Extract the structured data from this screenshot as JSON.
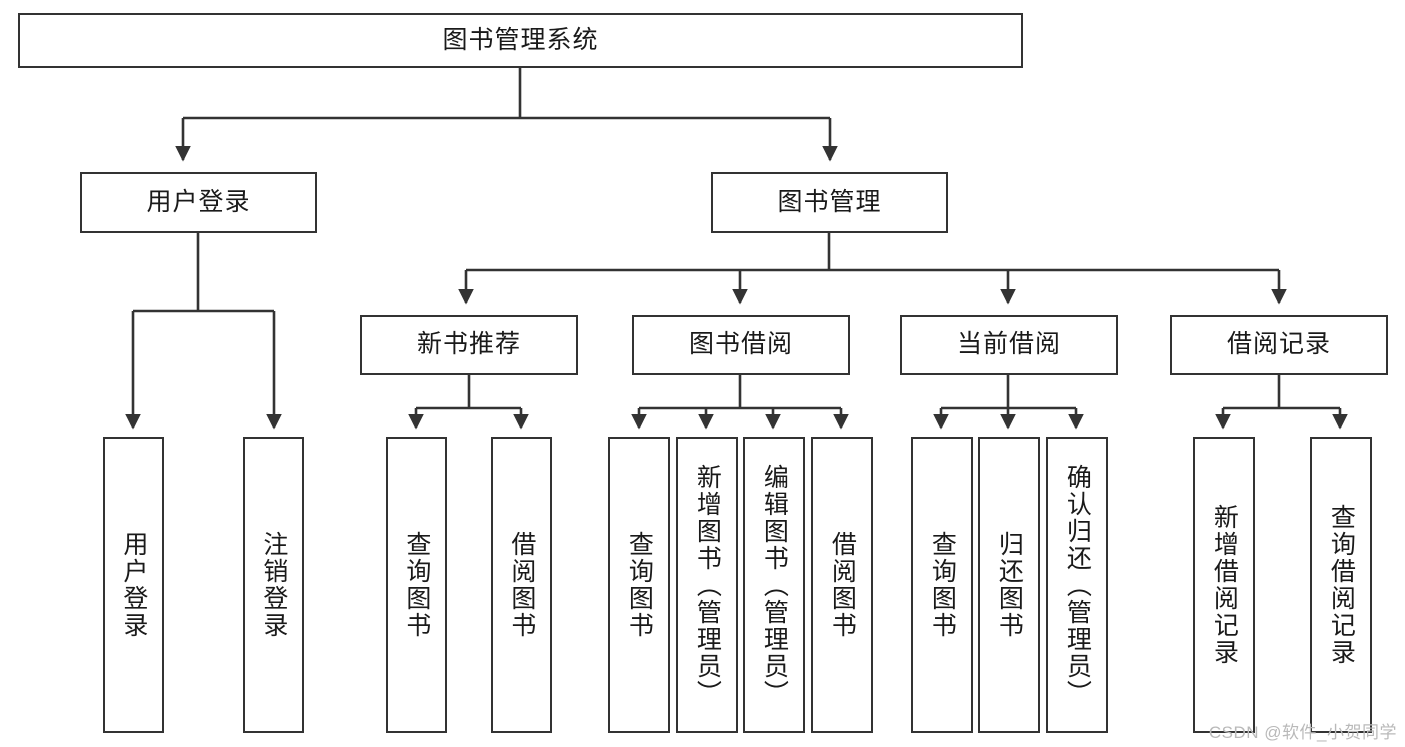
{
  "diagram": {
    "title": "图书管理系统",
    "root": {
      "label": "图书管理系统"
    },
    "level1": [
      {
        "label": "用户登录"
      },
      {
        "label": "图书管理"
      }
    ],
    "level2": [
      {
        "label": "新书推荐"
      },
      {
        "label": "图书借阅"
      },
      {
        "label": "当前借阅"
      },
      {
        "label": "借阅记录"
      }
    ],
    "leaves": {
      "user_login": [
        {
          "label": "用户登录"
        },
        {
          "label": "注销登录"
        }
      ],
      "new_book_recommend": [
        {
          "label": "查询图书"
        },
        {
          "label": "借阅图书"
        }
      ],
      "book_borrow": [
        {
          "label": "查询图书"
        },
        {
          "label": "新增图书（管理员）"
        },
        {
          "label": "编辑图书（管理员）"
        },
        {
          "label": "借阅图书"
        }
      ],
      "current_borrow": [
        {
          "label": "查询图书"
        },
        {
          "label": "归还图书"
        },
        {
          "label": "确认归还（管理员）"
        }
      ],
      "borrow_record": [
        {
          "label": "新增借阅记录"
        },
        {
          "label": "查询借阅记录"
        }
      ]
    }
  },
  "watermark": {
    "text": "CSDN @软件_小贺同学"
  },
  "colors": {
    "stroke": "#333333",
    "background": "#ffffff",
    "text": "#1a1a1a",
    "watermark": "#b9b9b9"
  }
}
